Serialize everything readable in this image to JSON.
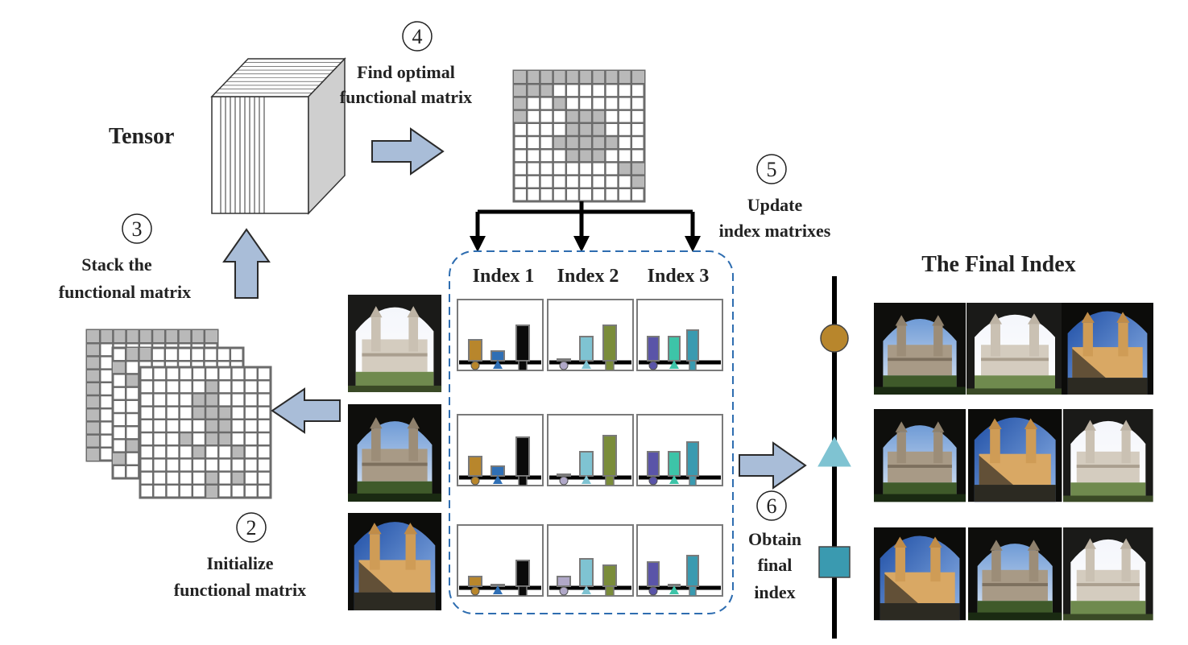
{
  "labels": {
    "tensor": "Tensor",
    "step4_num": "4",
    "step4_line1": "Find optimal",
    "step4_line2": "functional matrix",
    "step5_num": "5",
    "step5_line1": "Update",
    "step5_line2": "index matrixes",
    "step3_num": "3",
    "step3_line1": "Stack the",
    "step3_line2": "functional matrix",
    "step2_num": "2",
    "step2_line1": "Initialize",
    "step2_line2": "functional matrix",
    "step6_num": "6",
    "step6_line1": "Obtain",
    "step6_line2": "final",
    "step6_line3": "index",
    "final_index_title": "The Final Index",
    "index_headers": [
      "Index 1",
      "Index 2",
      "Index 3"
    ]
  },
  "colors": {
    "arrow_fill": "#a9bdd8",
    "arrow_stroke": "#2a2a2a",
    "grid_line": "#6b6b6b",
    "grid_gray": "#b9b9b9",
    "dashed_box": "#2e6db0",
    "circle_marker": "#b8862c",
    "triangle_marker": "#7fc3d2",
    "square_marker": "#3a9ab0",
    "bar_orange": "#b8862c",
    "bar_blue": "#2f6fb5",
    "bar_black": "#0a0a0a",
    "bar_lavender": "#b0a8c8",
    "bar_cyan": "#7fc3d2",
    "bar_olive": "#7a8c3a",
    "bar_purple": "#5a54a8",
    "bar_teal": "#3dc4a8",
    "bar_steel": "#3a9ab0"
  },
  "icons": {
    "final_index_markers": [
      "circle-marker",
      "triangle-marker",
      "square-marker"
    ],
    "photos": "photo-courtyard-building"
  }
}
